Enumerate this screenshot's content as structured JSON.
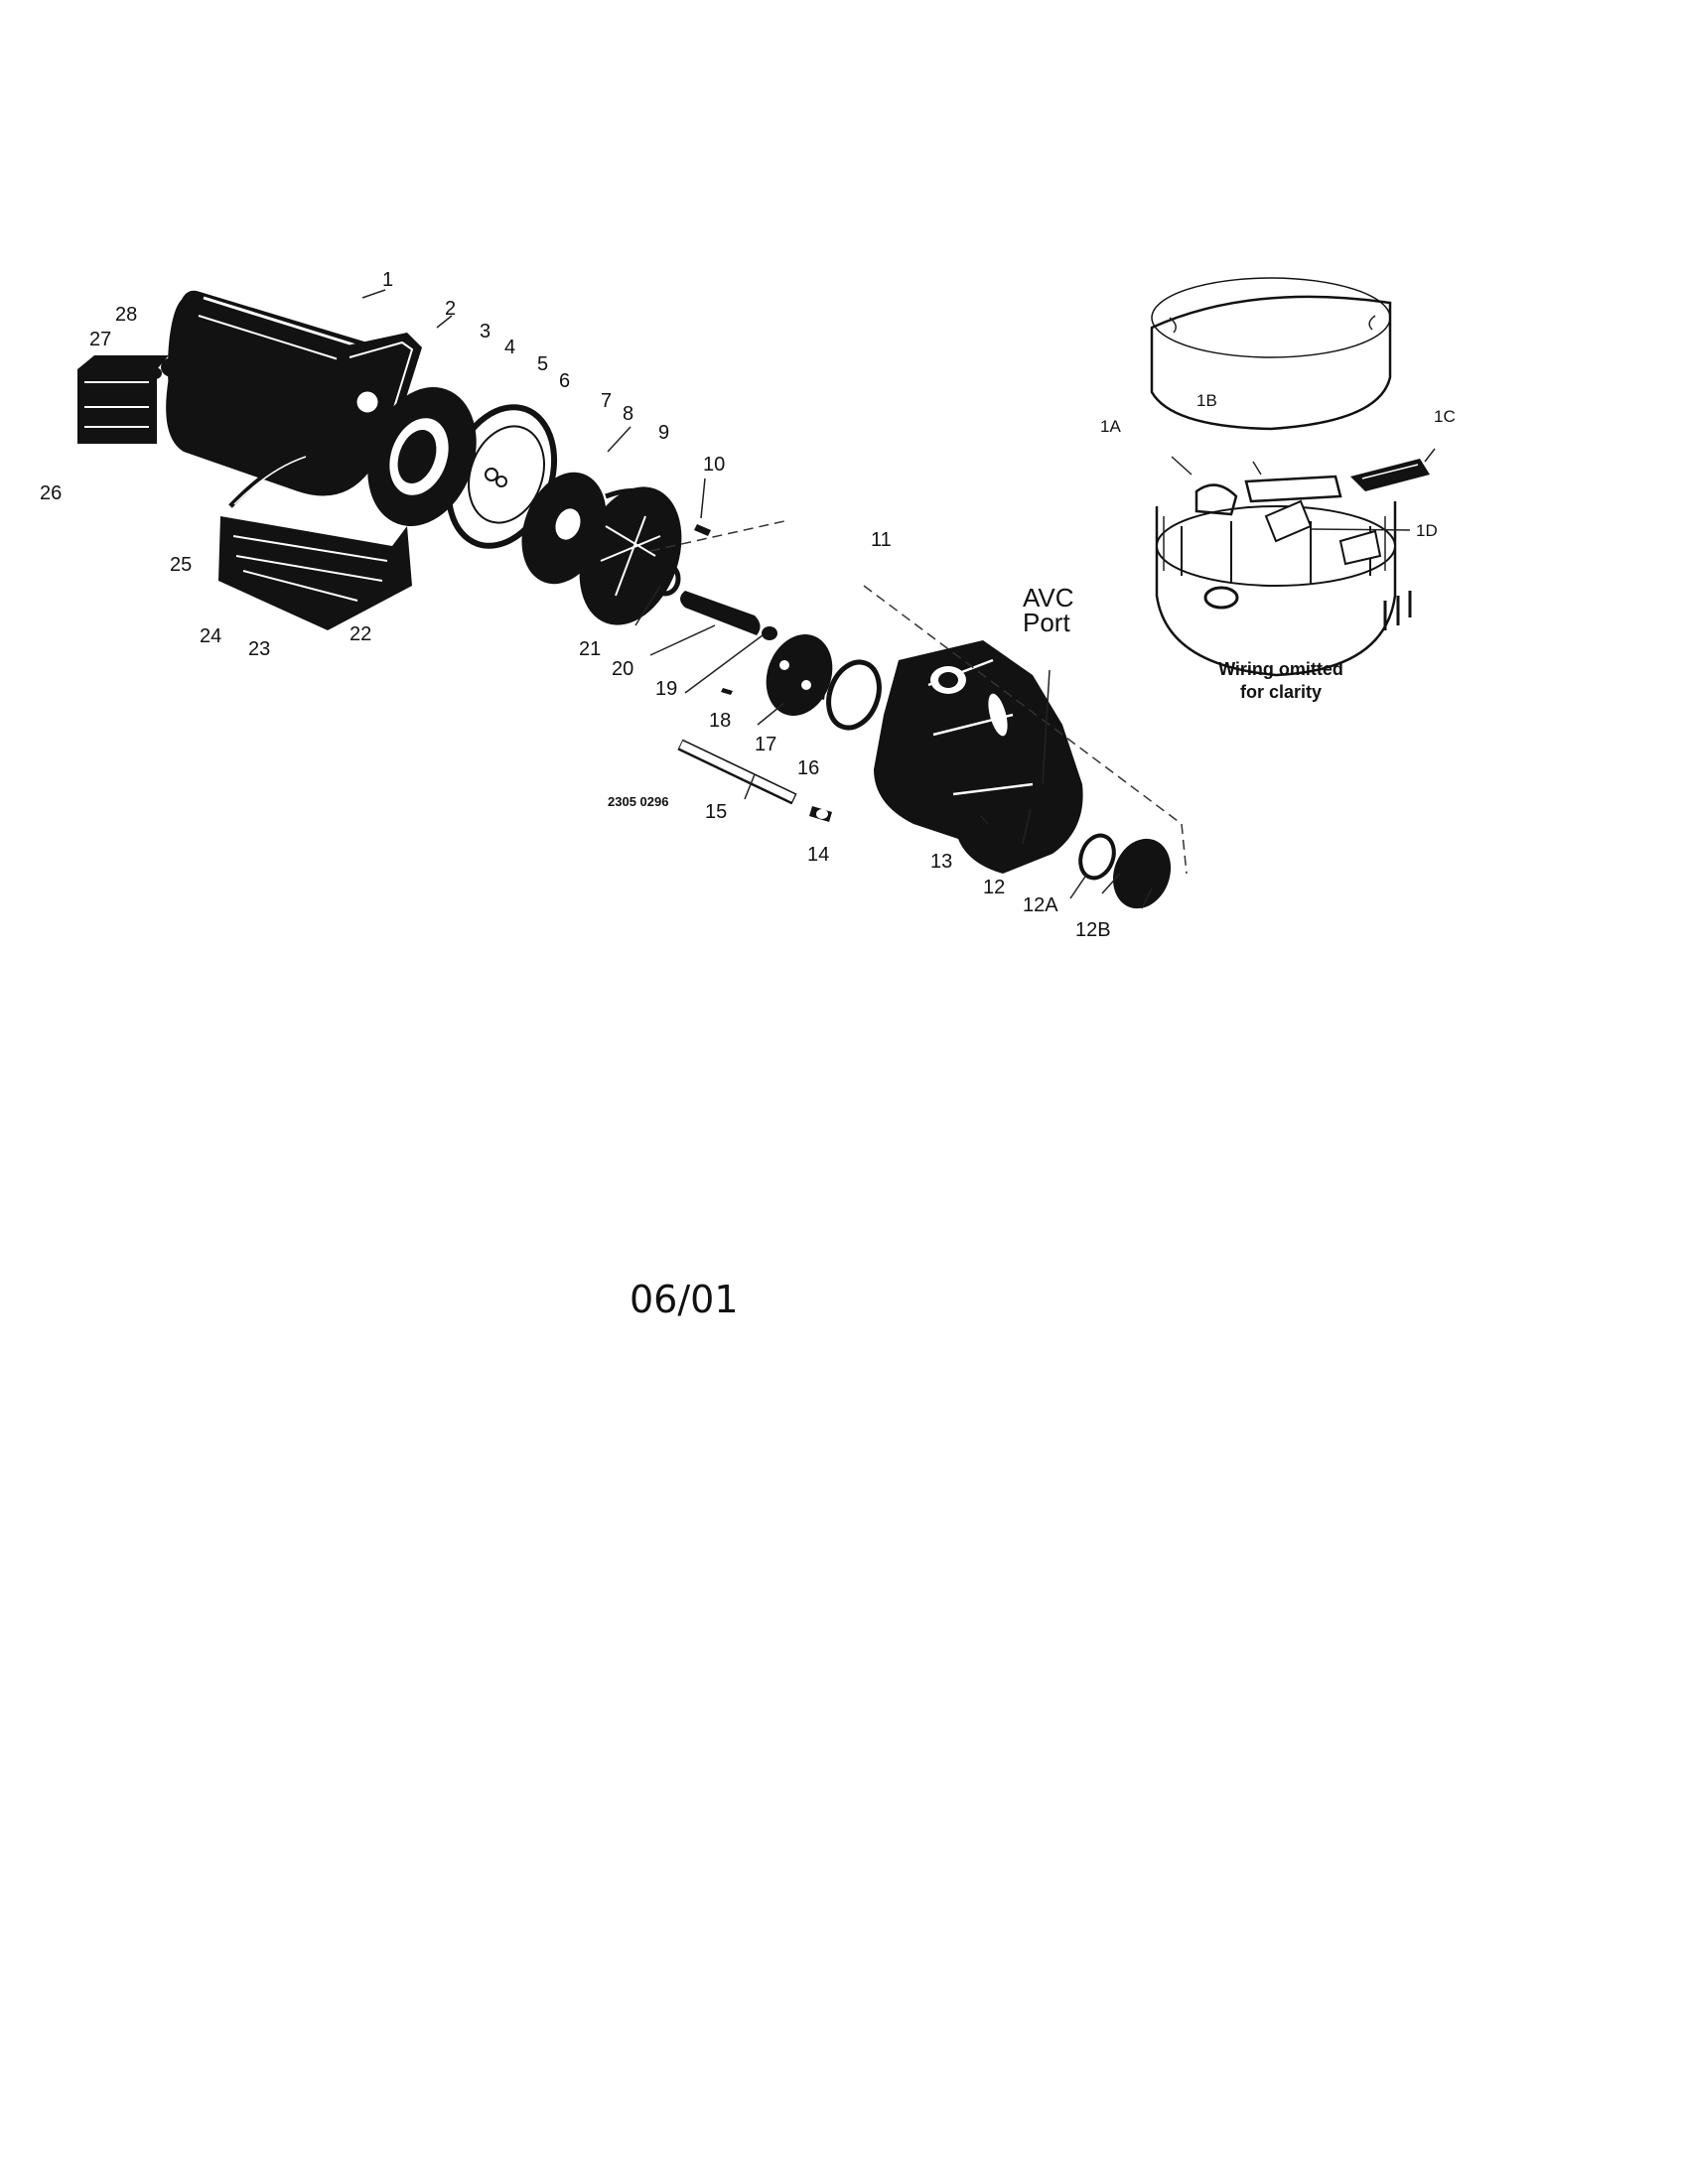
{
  "callouts": {
    "c1": "1",
    "c2": "2",
    "c3": "3",
    "c4": "4",
    "c5": "5",
    "c6": "6",
    "c7": "7",
    "c8": "8",
    "c9": "9",
    "c10": "10",
    "c11": "11",
    "c12": "12",
    "c12a": "12A",
    "c12b": "12B",
    "c13": "13",
    "c14": "14",
    "c15": "15",
    "c16": "16",
    "c17": "17",
    "c18": "18",
    "c19": "19",
    "c20": "20",
    "c21": "21",
    "c22": "22",
    "c23": "23",
    "c24": "24",
    "c25": "25",
    "c26": "26",
    "c27": "27",
    "c28": "28",
    "c1a": "1A",
    "c1b": "1B",
    "c1c": "1C",
    "c1d": "1D"
  },
  "avc_label": {
    "line1": "AVC",
    "line2": "Port"
  },
  "wiring_note": {
    "line1": "Wiring omitted",
    "line2": "for clarity"
  },
  "drawing_number": "2305 0296",
  "revision_date": "06/01",
  "colors": {
    "ink": "#121212",
    "paper": "#ffffff"
  }
}
